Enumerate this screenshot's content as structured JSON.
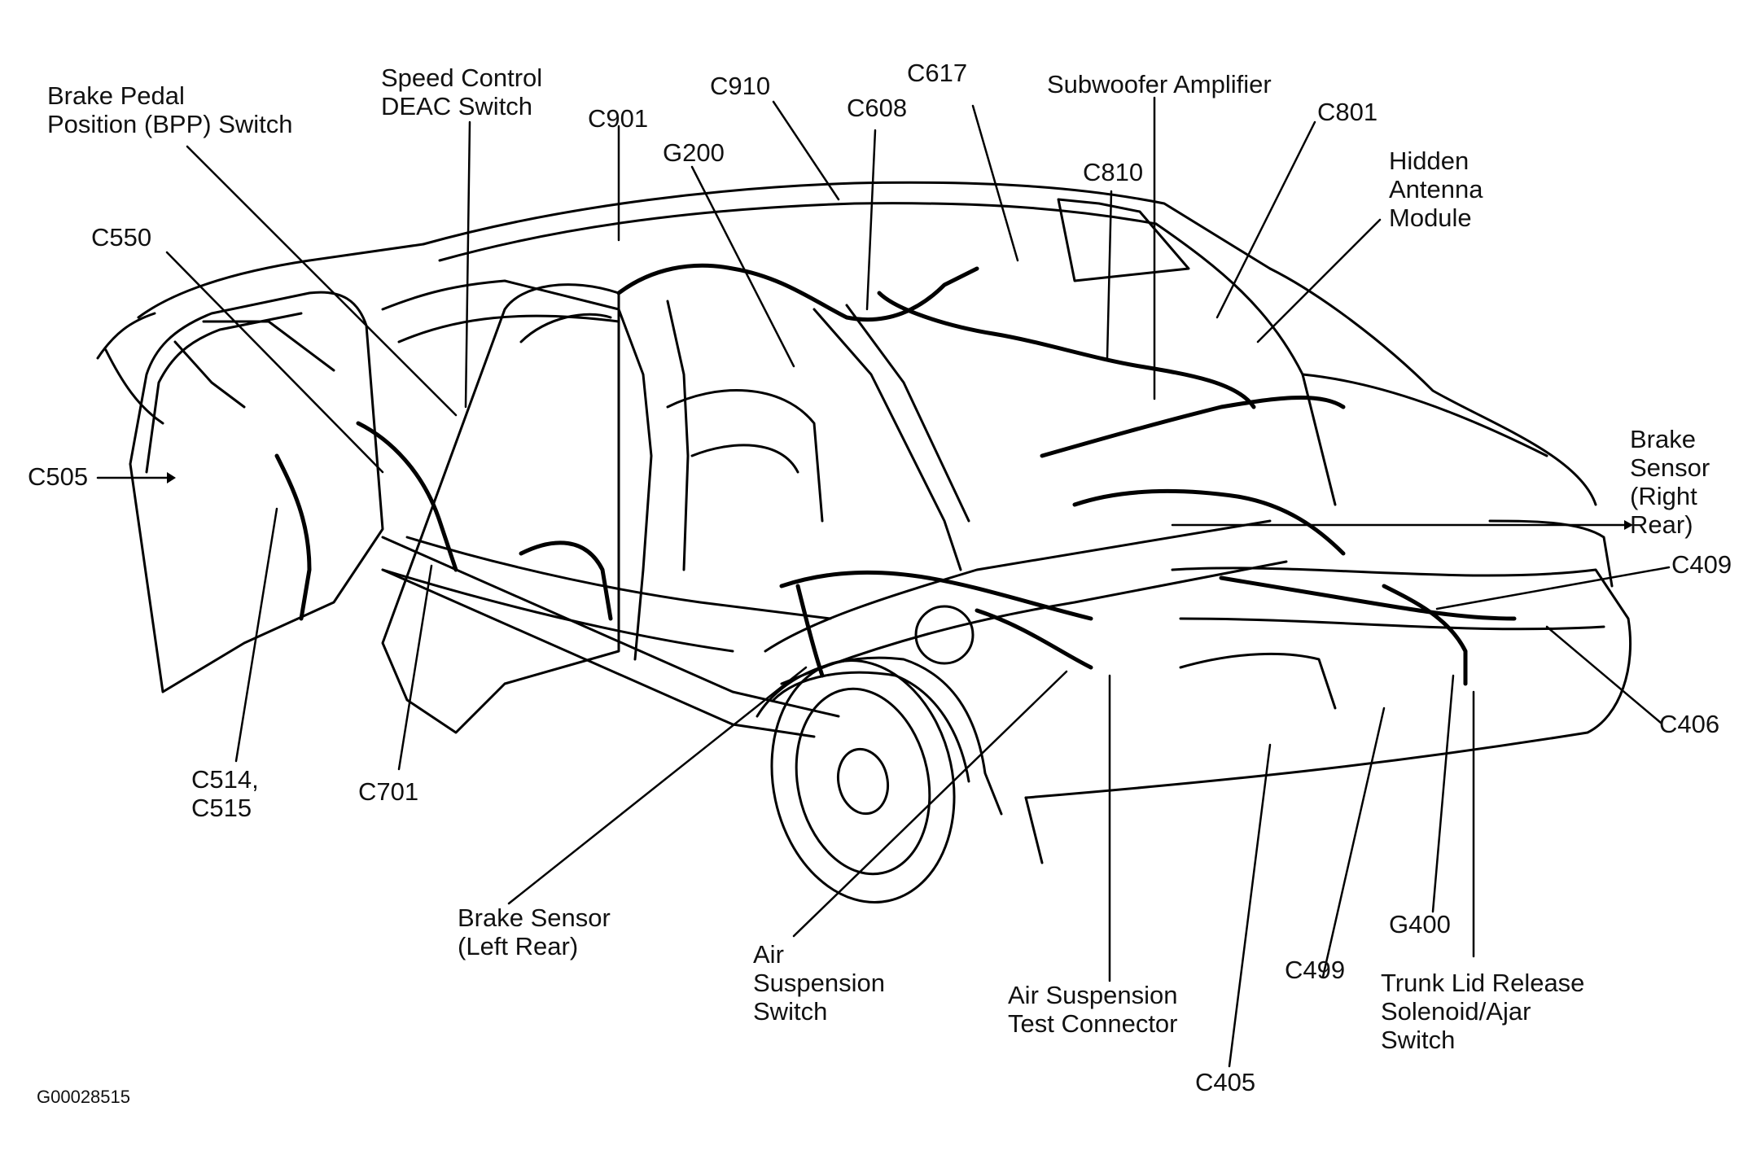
{
  "figure_id": "G00028515",
  "labels": {
    "bpp_switch": [
      "Brake Pedal",
      "Position (BPP) Switch"
    ],
    "speed_control": [
      "Speed Control",
      "DEAC Switch"
    ],
    "c901": "C901",
    "c910": "C910",
    "g200": "G200",
    "c608": "C608",
    "c617": "C617",
    "subwoofer": "Subwoofer Amplifier",
    "c810": "C810",
    "c801": "C801",
    "hidden_antenna": [
      "Hidden",
      "Antenna",
      "Module"
    ],
    "c550": "C550",
    "c505": "C505",
    "brake_sensor_rr": [
      "Brake",
      "Sensor",
      "(Right",
      "Rear)"
    ],
    "c409": "C409",
    "c406": "C406",
    "c514_c515": [
      "C514,",
      "C515"
    ],
    "c701": "C701",
    "brake_sensor_lr": [
      "Brake Sensor",
      "(Left Rear)"
    ],
    "air_susp_switch": [
      "Air",
      "Suspension",
      "Switch"
    ],
    "air_susp_test": [
      "Air Suspension",
      "Test Connector"
    ],
    "c405": "C405",
    "c499": "C499",
    "g400": "G400",
    "trunk_lid": [
      "Trunk Lid Release",
      "Solenoid/Ajar",
      "Switch"
    ]
  }
}
